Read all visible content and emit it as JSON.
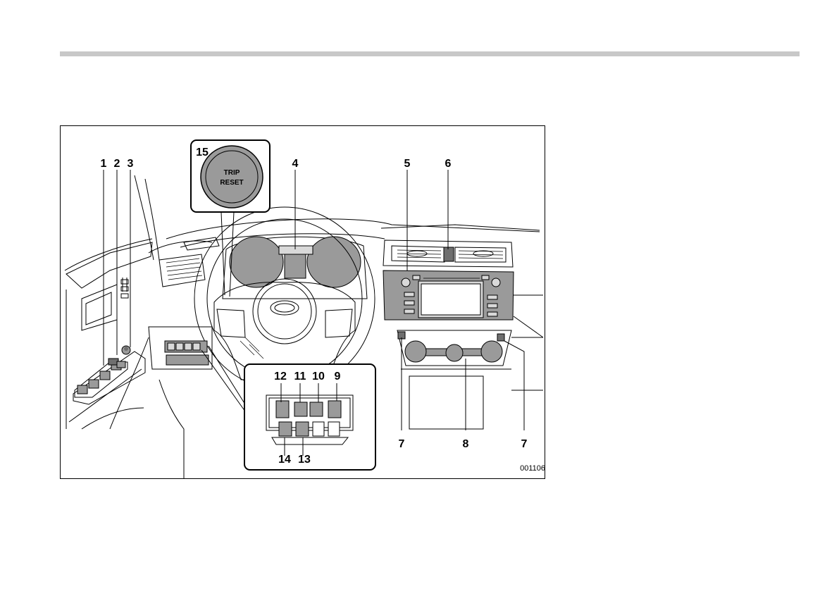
{
  "figure": {
    "labels": {
      "l1": "1",
      "l2": "2",
      "l3": "3",
      "l4": "4",
      "l5": "5",
      "l6": "6",
      "l7a": "7",
      "l7b": "7",
      "l8": "8",
      "l9": "9",
      "l10": "10",
      "l11": "11",
      "l12": "12",
      "l13": "13",
      "l14": "14",
      "l15": "15"
    },
    "trip_button": {
      "line1": "TRIP",
      "line2": "RESET"
    },
    "code": "001106"
  }
}
